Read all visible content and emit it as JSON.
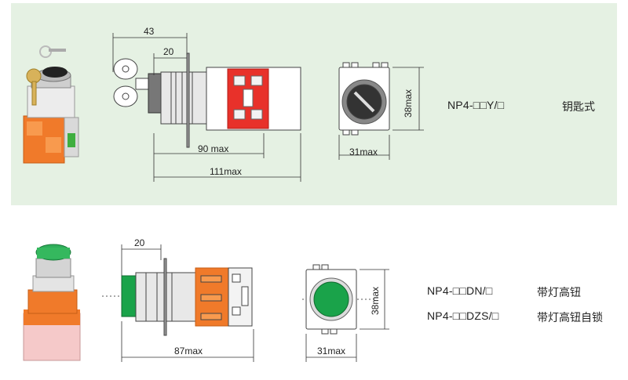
{
  "product_1": {
    "dims": {
      "d43": "43",
      "d20": "20",
      "d90": "90 max",
      "d111": "111max",
      "d38": "38max",
      "d31": "31max"
    },
    "model": "NP4-□□Y/□",
    "description": "钥匙式"
  },
  "product_2": {
    "dims": {
      "d20": "20",
      "d87": "87max",
      "d38": "38max",
      "d31": "31max"
    },
    "models": [
      {
        "model": "NP4-□□DN/□",
        "description": "带灯高钮"
      },
      {
        "model": "NP4-□□DZS/□",
        "description": "带灯高钮自锁"
      }
    ]
  },
  "colors": {
    "panel_bg": "#e5f1e3",
    "terminal_orange": "#f07a2a",
    "button_green": "#1aa34a",
    "accent_red": "#e8312a"
  }
}
